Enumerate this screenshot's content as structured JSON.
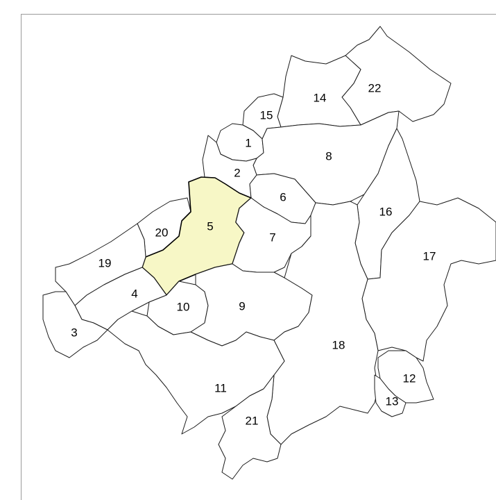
{
  "map": {
    "highlight_color": "#f7f7c6",
    "border_color": "#1a1a1a",
    "regions": [
      {
        "id": "1",
        "label": "1",
        "highlighted": false
      },
      {
        "id": "2",
        "label": "2",
        "highlighted": false
      },
      {
        "id": "3",
        "label": "3",
        "highlighted": false
      },
      {
        "id": "4",
        "label": "4",
        "highlighted": false
      },
      {
        "id": "5",
        "label": "5",
        "highlighted": true
      },
      {
        "id": "6",
        "label": "6",
        "highlighted": false
      },
      {
        "id": "7",
        "label": "7",
        "highlighted": false
      },
      {
        "id": "8",
        "label": "8",
        "highlighted": false
      },
      {
        "id": "9",
        "label": "9",
        "highlighted": false
      },
      {
        "id": "10",
        "label": "10",
        "highlighted": false
      },
      {
        "id": "11",
        "label": "11",
        "highlighted": false
      },
      {
        "id": "12",
        "label": "12",
        "highlighted": false
      },
      {
        "id": "13",
        "label": "13",
        "highlighted": false
      },
      {
        "id": "14",
        "label": "14",
        "highlighted": false
      },
      {
        "id": "15",
        "label": "15",
        "highlighted": false
      },
      {
        "id": "16",
        "label": "16",
        "highlighted": false
      },
      {
        "id": "17",
        "label": "17",
        "highlighted": false
      },
      {
        "id": "18",
        "label": "18",
        "highlighted": false
      },
      {
        "id": "19",
        "label": "19",
        "highlighted": false
      },
      {
        "id": "20",
        "label": "20",
        "highlighted": false
      },
      {
        "id": "21",
        "label": "21",
        "highlighted": false
      },
      {
        "id": "22",
        "label": "22",
        "highlighted": false
      }
    ]
  }
}
